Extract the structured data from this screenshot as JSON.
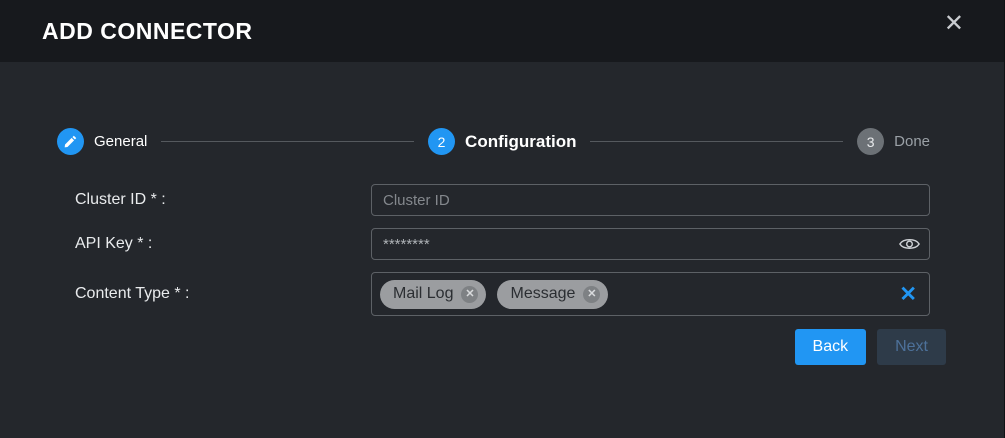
{
  "header": {
    "title": "ADD CONNECTOR",
    "close_glyph": "✕"
  },
  "stepper": {
    "steps": [
      {
        "label": "General",
        "state": "completed",
        "icon": "pencil-icon"
      },
      {
        "number": "2",
        "label": "Configuration",
        "state": "active"
      },
      {
        "number": "3",
        "label": "Done",
        "state": "pending"
      }
    ]
  },
  "form": {
    "cluster_id": {
      "label": "Cluster ID * :",
      "placeholder": "Cluster ID",
      "value": ""
    },
    "api_key": {
      "label": "API Key * :",
      "value": "********"
    },
    "content_type": {
      "label": "Content Type * :",
      "chips": [
        {
          "label": "Mail Log"
        },
        {
          "label": "Message"
        }
      ],
      "clear_glyph": "✕"
    }
  },
  "buttons": {
    "back": "Back",
    "next": "Next"
  },
  "colors": {
    "accent": "#2196f3",
    "header_bg": "#17191d",
    "body_bg": "#24272c",
    "chip_bg": "#9b9da0",
    "step_pending": "#6c7176"
  }
}
